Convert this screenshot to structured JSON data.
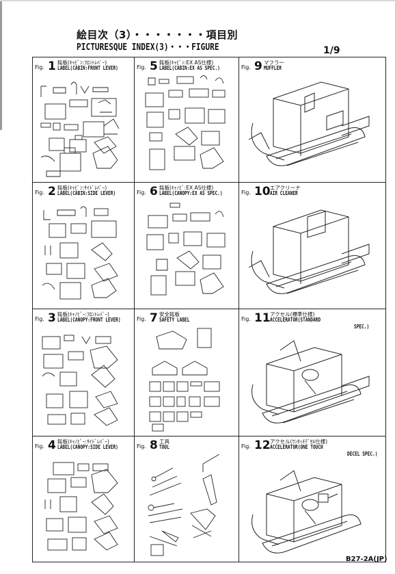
{
  "header": {
    "line1": "絵目次（3）・・・・・・・項目別",
    "line2": "PICTURESQUE INDEX(3)・・・FIGURE",
    "page": "1/9"
  },
  "figures": [
    {
      "fig_label": "Fig.",
      "num": "1",
      "jp": "銘板(ｷｬﾋﾞﾝ:ﾌﾛﾝﾄﾚﾊﾞｰ)",
      "en": "LABEL(CABIN:FRONT LEVER)",
      "en2": ""
    },
    {
      "fig_label": "Fig.",
      "num": "2",
      "jp": "銘板(ｷｬﾋﾞﾝ:ｻｲﾄﾞﾚﾊﾞｰ)",
      "en": "LABEL(CABIN:SIDE LEVER)",
      "en2": ""
    },
    {
      "fig_label": "Fig.",
      "num": "3",
      "jp": "銘板(ｷｬﾉﾋﾟｰ:ﾌﾛﾝﾄﾚﾊﾞｰ)",
      "en": "LABEL(CANOPY:FRONT LEVER)",
      "en2": ""
    },
    {
      "fig_label": "Fig.",
      "num": "4",
      "jp": "銘板(ｷｬﾉﾋﾟｰ:ｻｲﾄﾞﾚﾊﾞｰ)",
      "en": "LABEL(CANOPY:SIDE LEVER)",
      "en2": ""
    },
    {
      "fig_label": "Fig.",
      "num": "5",
      "jp": "銘板(ｷｬﾋﾞﾝ:EX AS仕様)",
      "en": "LABEL(CABIN:EX AS SPEC.)",
      "en2": ""
    },
    {
      "fig_label": "Fig.",
      "num": "6",
      "jp": "銘板(ｷｬﾉﾋﾟ:EX AS仕様)",
      "en": "LABEL(CANOPY:EX AS SPEC.)",
      "en2": ""
    },
    {
      "fig_label": "Fig.",
      "num": "7",
      "jp": "安全銘板",
      "en": "SAFETY LABEL",
      "en2": ""
    },
    {
      "fig_label": "Fig.",
      "num": "8",
      "jp": "工具",
      "en": "TOOL",
      "en2": ""
    },
    {
      "fig_label": "Fig.",
      "num": "9",
      "jp": "マフラー",
      "en": "MUFFLER",
      "en2": ""
    },
    {
      "fig_label": "Fig.",
      "num": "10",
      "jp": "エアクリーナ",
      "en": "AIR CLEANER",
      "en2": ""
    },
    {
      "fig_label": "Fig.",
      "num": "11",
      "jp": "アクセル(標準仕様)",
      "en": "ACCELERATOR(STANDARD",
      "en2": "SPEC.)"
    },
    {
      "fig_label": "Fig.",
      "num": "12",
      "jp": "アクセル(ﾜﾝﾀｯﾁﾃﾞｾﾙ仕様)",
      "en": "ACCELERATOR(ONE TOUCH",
      "en2": "DECEL SPEC.)"
    }
  ],
  "footer": {
    "code": "B27-2A(JP)"
  }
}
